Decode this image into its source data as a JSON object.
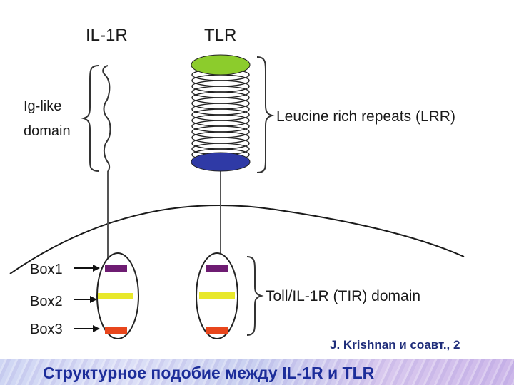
{
  "diagram": {
    "receptor_left": "IL-1R",
    "receptor_right": "TLR",
    "ig_like_label_line1": "Ig-like",
    "ig_like_label_line2": "domain",
    "lrr_label": "Leucine rich repeats (LRR)",
    "tir_label": "Toll/IL-1R (TIR) domain",
    "box_labels": [
      "Box1",
      "Box2",
      "Box3"
    ],
    "colors": {
      "lrr_cap_top": "#8ccc2c",
      "lrr_cap_bottom": "#2f3aa6",
      "box1": "#6e1c72",
      "box2": "#e8e82a",
      "box3": "#e8461c"
    }
  },
  "credit": "J. Krishnan и соавт., 2",
  "footer": {
    "title": "Структурное подобие между IL-1R и TLR"
  }
}
